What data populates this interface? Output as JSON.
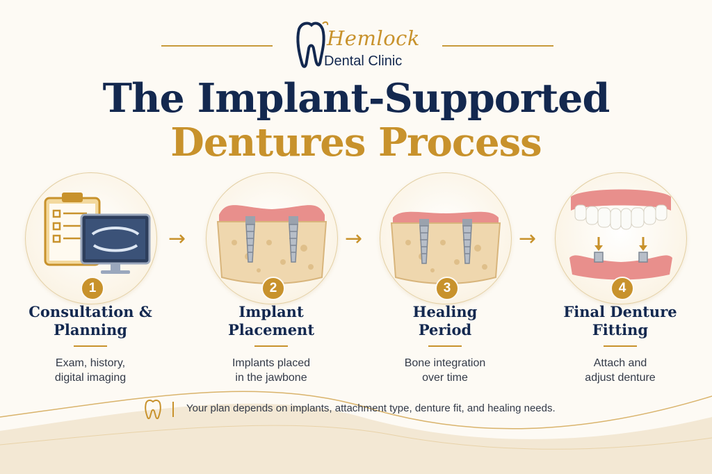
{
  "brand": {
    "name": "Hemlock",
    "subtitle": "Dental Clinic"
  },
  "title": {
    "line1": "The Implant-Supported",
    "line2": "Dentures Process"
  },
  "colors": {
    "navy": "#13284f",
    "gold": "#c8922c",
    "gum": "#e88f8c",
    "bone": "#efd7ae"
  },
  "steps": [
    {
      "number": "1",
      "title_line1": "Consultation &",
      "title_line2": "Planning",
      "desc_line1": "Exam, history,",
      "desc_line2": "digital imaging",
      "icon": "clipboard-xray-icon"
    },
    {
      "number": "2",
      "title_line1": "Implant",
      "title_line2": "Placement",
      "desc_line1": "Implants placed",
      "desc_line2": "in the jawbone",
      "icon": "implant-placement-icon"
    },
    {
      "number": "3",
      "title_line1": "Healing",
      "title_line2": "Period",
      "desc_line1": "Bone integration",
      "desc_line2": "over time",
      "icon": "healing-jaw-icon"
    },
    {
      "number": "4",
      "title_line1": "Final Denture",
      "title_line2": "Fitting",
      "desc_line1": "Attach and",
      "desc_line2": "adjust denture",
      "icon": "denture-fitting-icon"
    }
  ],
  "footer": {
    "text": "Your plan depends on implants, attachment type, denture fit, and healing needs.",
    "icon": "tooth-icon"
  }
}
